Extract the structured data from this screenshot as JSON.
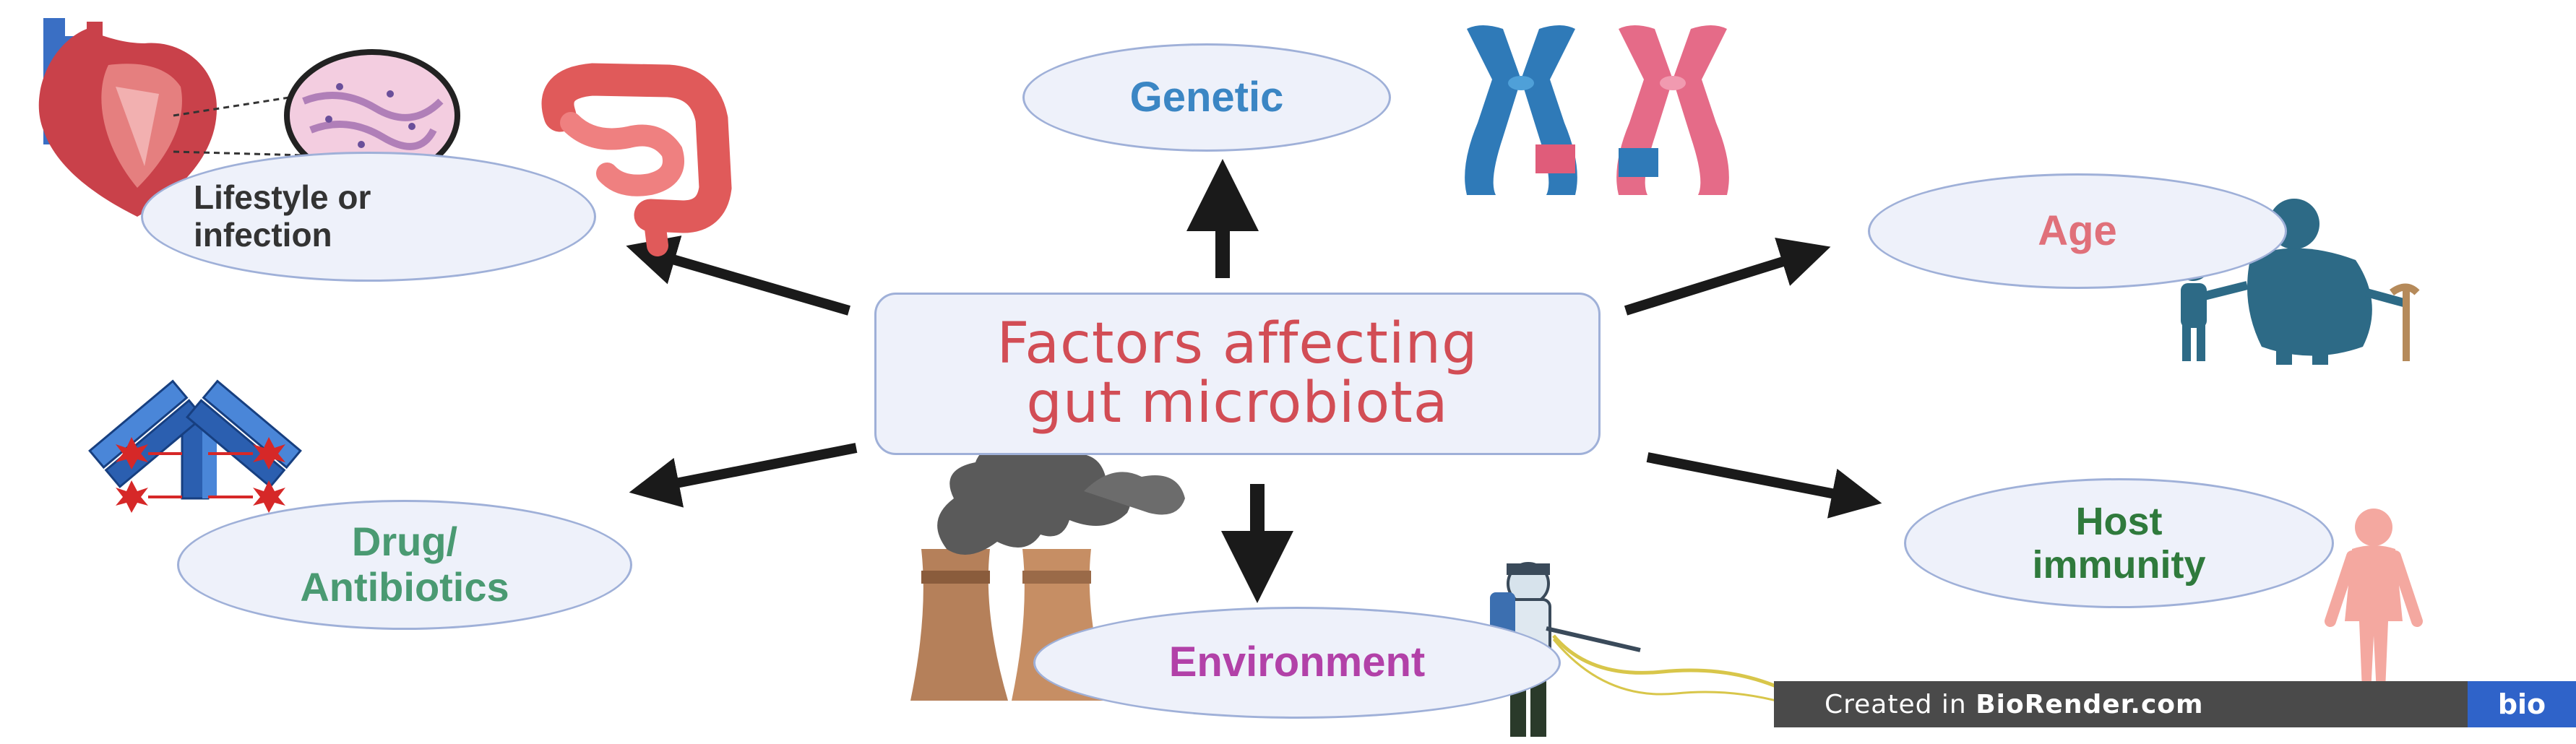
{
  "center": {
    "line1": "Factors affecting",
    "line2": "gut microbiota"
  },
  "factors": {
    "genetic": "Genetic",
    "lifestyle_line1": "Lifestyle or",
    "lifestyle_line2": "infection",
    "age": "Age",
    "drug_line1": "Drug/",
    "drug_line2": "Antibiotics",
    "environment": "Environment",
    "host_line1": "Host",
    "host_line2": "immunity"
  },
  "footer": {
    "created_in": "Created in ",
    "brand": "BioRender.com",
    "logo": "bio"
  },
  "colors": {
    "genetic": "#3b86c4",
    "lifestyle": "#333333",
    "age": "#e0707a",
    "drug": "#4a9a72",
    "environment": "#b241a8",
    "host": "#2f7a3c",
    "center": "#d24d55",
    "ellipse_fill": "#eef1fa",
    "ellipse_border": "#9fb0d8"
  },
  "icons": [
    "heart-icon",
    "tissue-micrograph-icon",
    "intestine-icon",
    "chromosome-blue-icon",
    "chromosome-pink-icon",
    "elderly-with-child-icon",
    "antibody-icon",
    "factory-smoke-icon",
    "pesticide-sprayer-icon",
    "human-body-icon"
  ]
}
